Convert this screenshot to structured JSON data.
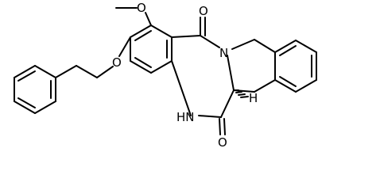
{
  "molecule": {
    "atoms": {
      "methoxy_carbon": "",
      "methoxy_oxygen": "O",
      "benzyloxy_oxygen": "O",
      "upper_carbonyl_oxygen": "O",
      "lower_carbonyl_oxygen": "O",
      "ring_nitrogen": "N",
      "amide_nh": "HN",
      "stereo_hydrogen": "H"
    },
    "colors": {
      "bond": "#000000",
      "label": "#000000",
      "background": "#ffffff"
    }
  }
}
